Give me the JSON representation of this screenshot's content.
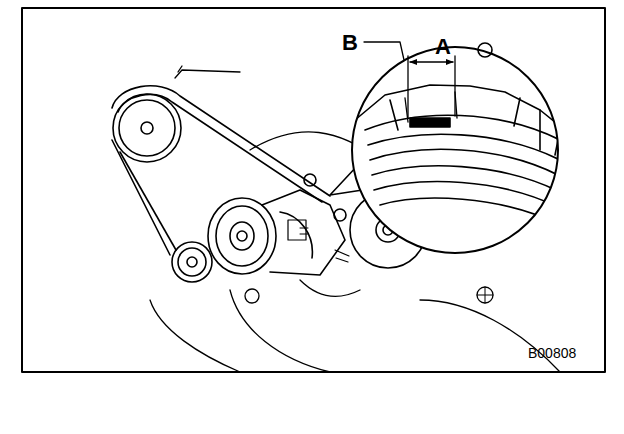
{
  "diagram": {
    "labels": [
      "B",
      "A",
      "B00808"
    ]
  }
}
